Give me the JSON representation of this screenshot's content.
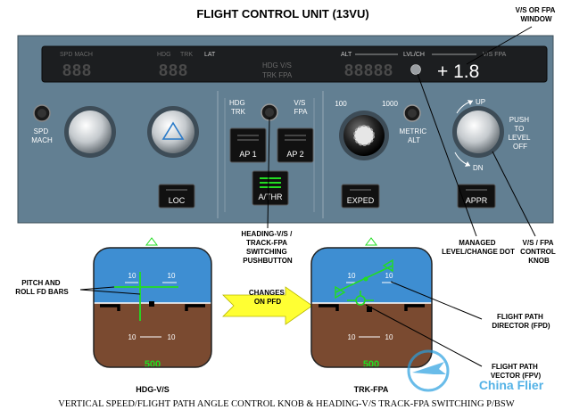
{
  "title": "FLIGHT CONTROL UNIT (13VU)",
  "caption": "VERTICAL SPEED/FLIGHT PATH ANGLE CONTROL KNOB & HEADING-V/S TRACK-FPA SWITCHING P/BSW",
  "fcu": {
    "display": {
      "spd_mach": "SPD MACH",
      "spd_digits": "888",
      "hdg": "HDG",
      "trk": "TRK",
      "lat": "LAT",
      "hdg_digits": "888",
      "mid_hdg_vs": "HDG  V/S",
      "mid_trk_fpa": "TRK  FPA",
      "alt": "ALT",
      "alt_digits": "88888",
      "lvlch": "LVL/CH",
      "vs_fpa": "V/S FPA",
      "vs_value": "+ 1.8"
    },
    "labels": {
      "spd_mach_knob": "SPD\nMACH",
      "hdg_trk": "HDG\nTRK",
      "vs_fpa": "V/S\nFPA",
      "alt_100": "100",
      "alt_1000": "1000",
      "metric_alt": "METRIC\nALT",
      "up": "UP",
      "dn": "DN",
      "push_to_level_off": "PUSH\nTO\nLEVEL\nOFF"
    },
    "buttons": {
      "loc": "LOC",
      "ap1": "AP 1",
      "ap2": "AP 2",
      "athr": "A/THR",
      "exped": "EXPED",
      "appr": "APPR"
    }
  },
  "callouts": {
    "vs_window": "V/S OR FPA\nWINDOW",
    "switch": "HEADING-V/S /\nTRACK-FPA\nSWITCHING\nPUSHBUTTON",
    "managed_dot": "MANAGED\nLEVEL/CHANGE DOT",
    "vs_knob": "V/S / FPA\nCONTROL\nKNOB",
    "pitch_roll": "PITCH AND\nROLL FD BARS",
    "changes_on_pfd": "CHANGES\n\nON PFD",
    "fpd": "FLIGHT PATH\nDIRECTOR (FPD)",
    "fpv": "FLIGHT PATH\nVECTOR (FPV)"
  },
  "pfd_left": {
    "label": "HDG-V/S",
    "pitch_top": "10",
    "pitch_bottom": "10",
    "alt": "500"
  },
  "pfd_right": {
    "label": "TRK-FPA",
    "pitch_top": "10",
    "pitch_bottom": "10",
    "alt": "500"
  },
  "watermark": "China Flier",
  "colors": {
    "panel": "#627f92",
    "sky": "#3e8ed2",
    "ground": "#7a4a30",
    "fd_green": "#22dd22",
    "amber_bars": "#000000",
    "callout": "#000000"
  }
}
